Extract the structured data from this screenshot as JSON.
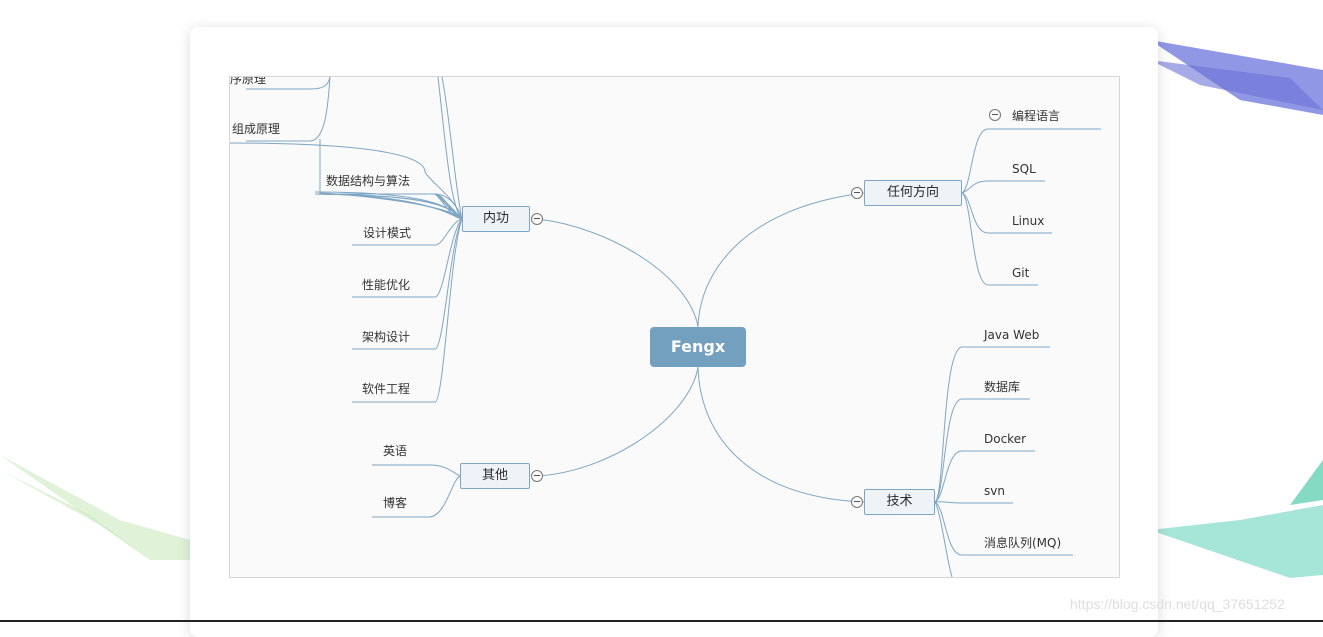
{
  "root": {
    "label": "Fengx"
  },
  "branches": {
    "neigong": {
      "label": "内功",
      "partial_children": [
        "排序原理",
        "组成原理"
      ],
      "children": [
        "数据结构与算法",
        "设计模式",
        "性能优化",
        "架构设计",
        "软件工程"
      ]
    },
    "qita": {
      "label": "其他",
      "children": [
        "英语",
        "博客"
      ]
    },
    "renhe": {
      "label": "任何方向",
      "children": [
        "编程语言",
        "SQL",
        "Linux",
        "Git"
      ]
    },
    "jishu": {
      "label": "技术",
      "children": [
        "Java Web",
        "数据库",
        "Docker",
        "svn",
        "消息队列(MQ)"
      ]
    }
  },
  "watermark": "https://blog.csdn.net/qq_37651252",
  "colors": {
    "root_fill": "#74a0c0",
    "line": "#7ea6c4",
    "node_fill": "#eef3f7",
    "canvas_bg": "#fafafa"
  }
}
